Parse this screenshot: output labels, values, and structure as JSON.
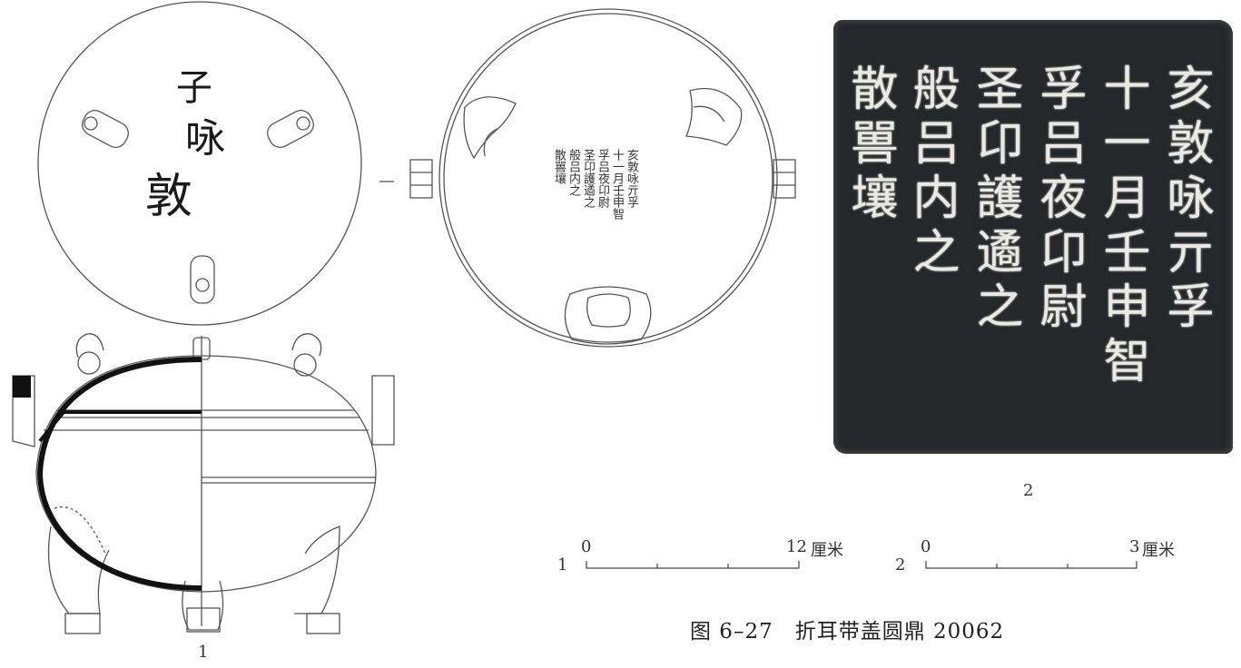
{
  "figure": {
    "caption": "图 6–27　折耳带盖圆鼎 20062",
    "panel1_label": "1",
    "panel2_label": "2"
  },
  "lid_inscription": [
    "子",
    "咏",
    "敦"
  ],
  "inscription_columns": [
    "亥敦咏亓孚",
    "十一月壬申智",
    "孚吕夜卬尉",
    "圣卬護遹之",
    "般吕内之",
    "散嘼壤"
  ],
  "scale_bars": [
    {
      "id": "1",
      "label": "1",
      "start": "0",
      "end": "12",
      "unit": "厘米"
    },
    {
      "id": "2",
      "label": "2",
      "start": "0",
      "end": "3",
      "unit": "厘米"
    }
  ],
  "colors": {
    "ink": "#2a2a2a",
    "rubbing": "#24282b",
    "rubbing_text": "#ebe9e2"
  }
}
